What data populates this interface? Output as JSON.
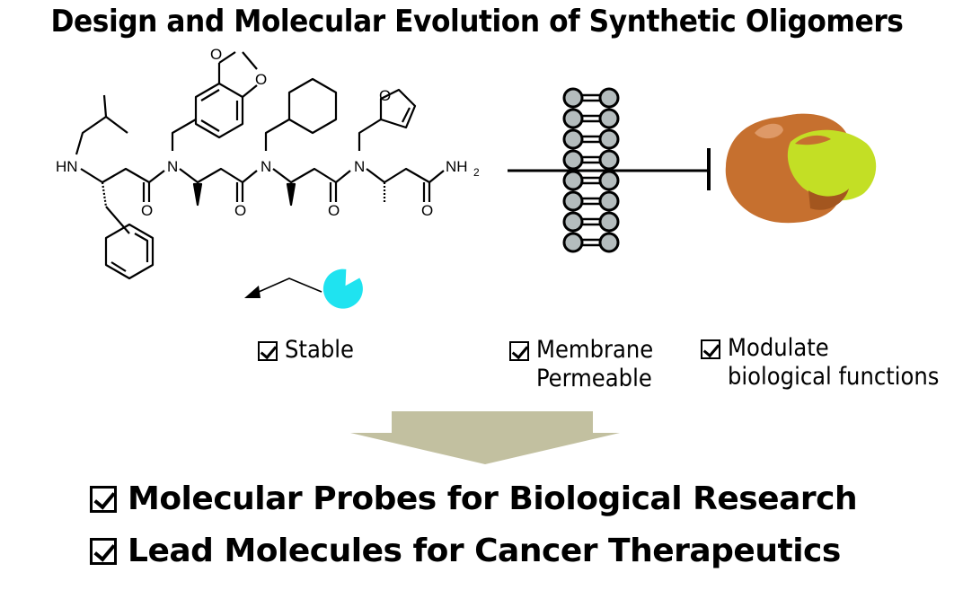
{
  "title": "Design and Molecular Evolution of Synthetic Oligomers",
  "molecule_labels": {
    "amine": "HN",
    "n1": "N",
    "n2": "N",
    "n3": "N",
    "o1": "O",
    "o2": "O",
    "o3": "O",
    "o4": "O",
    "amide_end": "NH",
    "amide_sub": "2",
    "diox_o1": "O",
    "diox_o2": "O",
    "furan_o": "O"
  },
  "properties": [
    {
      "lines": [
        "Stable"
      ]
    },
    {
      "lines": [
        "Membrane",
        "Permeable"
      ]
    },
    {
      "lines": [
        "Modulate",
        "biological functions"
      ]
    }
  ],
  "outcomes": [
    "Molecular Probes for Biological Research",
    "Lead Molecules for Cancer Therapeutics"
  ],
  "colors": {
    "arrow": "#c2c0a0",
    "pacman": "#1fe3f0",
    "protein": "#c6702f",
    "ligand": "#c3df25",
    "lipid_head": "#b4bcbd"
  }
}
